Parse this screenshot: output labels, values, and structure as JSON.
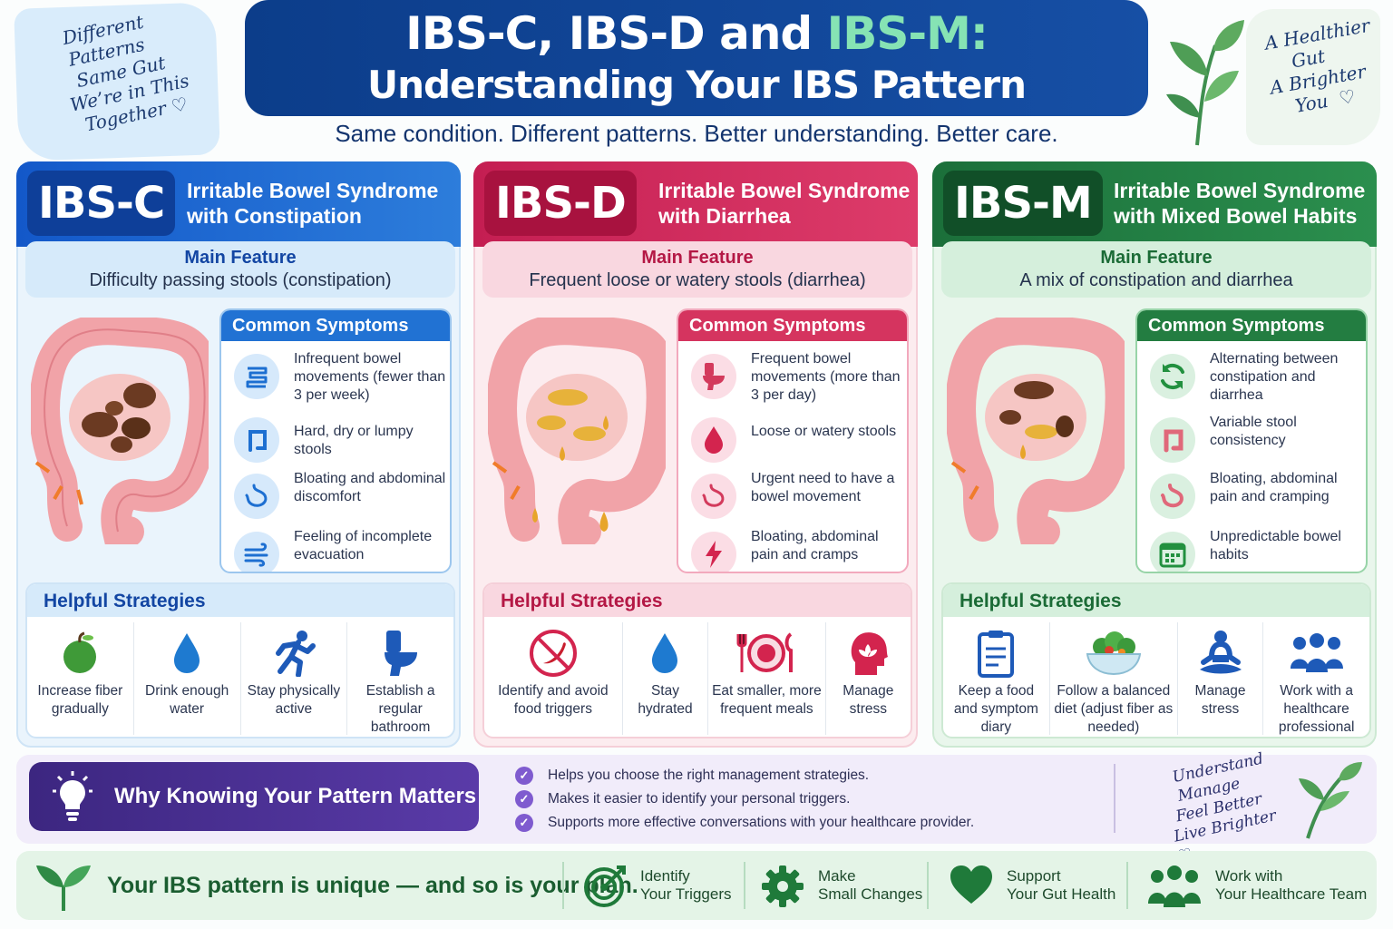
{
  "header": {
    "title_part1": "IBS-C, IBS-D and ",
    "title_highlight": "IBS-M:",
    "title_line2": "Understanding Your IBS Pattern",
    "tagline": "Same condition. Different patterns. Better understanding. Better care.",
    "note_left": [
      "Different",
      "Patterns",
      "Same Gut",
      "We’re in This",
      "Together"
    ],
    "note_right": [
      "A Healthier",
      "Gut",
      "A Brighter",
      "You"
    ],
    "heart": "♡"
  },
  "columns": [
    {
      "badge": "IBS-C",
      "subtitle_line1": "Irritable Bowel Syndrome",
      "subtitle_line2": "with Constipation",
      "main_feature_label": "Main Feature",
      "main_feature_text": "Difficulty passing stools (constipation)",
      "symptoms_title": "Common Symptoms",
      "symptoms": [
        {
          "icon": "intestine-icon",
          "text": "Infrequent bowel movements (fewer than 3 per week)"
        },
        {
          "icon": "colon-icon",
          "text": "Hard, dry or lumpy stools"
        },
        {
          "icon": "stomach-icon",
          "text": "Bloating and abdominal discomfort"
        },
        {
          "icon": "wind-icon",
          "text": "Feeling of incomplete evacuation"
        }
      ],
      "strategies_title": "Helpful Strategies",
      "strategies": [
        {
          "icon": "apple-icon",
          "text": "Increase fiber gradually"
        },
        {
          "icon": "water-drop-icon",
          "text": "Drink enough water"
        },
        {
          "icon": "running-person-icon",
          "text": "Stay physically active"
        },
        {
          "icon": "toilet-icon",
          "text": "Establish a regular bathroom routine"
        }
      ]
    },
    {
      "badge": "IBS-D",
      "subtitle_line1": "Irritable Bowel Syndrome",
      "subtitle_line2": "with Diarrhea",
      "main_feature_label": "Main Feature",
      "main_feature_text": "Frequent loose or watery stools (diarrhea)",
      "symptoms_title": "Common Symptoms",
      "symptoms": [
        {
          "icon": "toilet-icon",
          "text": "Frequent bowel movements (more than 3 per day)"
        },
        {
          "icon": "drop-icon",
          "text": "Loose or watery stools"
        },
        {
          "icon": "stomach-icon",
          "text": "Urgent need to have a bowel movement"
        },
        {
          "icon": "lightning-icon",
          "text": "Bloating, abdominal pain and cramps"
        }
      ],
      "strategies_title": "Helpful Strategies",
      "strategies": [
        {
          "icon": "no-chili-icon",
          "text": "Identify and avoid food triggers"
        },
        {
          "icon": "water-drop-icon",
          "text": "Stay hydrated"
        },
        {
          "icon": "plate-icon",
          "text": "Eat smaller, more frequent meals"
        },
        {
          "icon": "lotus-head-icon",
          "text": "Manage stress"
        }
      ]
    },
    {
      "badge": "IBS-M",
      "subtitle_line1": "Irritable Bowel Syndrome",
      "subtitle_line2": "with Mixed Bowel Habits",
      "main_feature_label": "Main Feature",
      "main_feature_text": "A mix of constipation and diarrhea",
      "symptoms_title": "Common Symptoms",
      "symptoms": [
        {
          "icon": "refresh-icon",
          "text": "Alternating between constipation and diarrhea"
        },
        {
          "icon": "colon-icon",
          "text": "Variable stool consistency"
        },
        {
          "icon": "stomach-icon",
          "text": "Bloating, abdominal pain and cramping"
        },
        {
          "icon": "calendar-icon",
          "text": "Unpredictable bowel habits"
        }
      ],
      "strategies_title": "Helpful Strategies",
      "strategies": [
        {
          "icon": "clipboard-icon",
          "text": "Keep a food and symptom diary"
        },
        {
          "icon": "salad-bowl-icon",
          "text": "Follow a balanced diet (adjust fiber as needed)"
        },
        {
          "icon": "meditation-icon",
          "text": "Manage stress"
        },
        {
          "icon": "team-icon",
          "text": "Work with a healthcare professional"
        }
      ]
    }
  ],
  "why": {
    "title": "Why Knowing Your Pattern Matters",
    "items": [
      "Helps you choose the right management strategies.",
      "Makes it easier to identify your personal triggers.",
      "Supports more effective conversations with your healthcare provider."
    ],
    "check": "✓",
    "note": [
      "Understand",
      "Manage",
      "Feel Better",
      "Live Brighter"
    ]
  },
  "footer": {
    "title": "Your IBS pattern is unique — and so is your plan.",
    "items": [
      {
        "icon": "target-icon",
        "line1": "Identify",
        "line2": "Your Triggers"
      },
      {
        "icon": "gear-icon",
        "line1": "Make",
        "line2": "Small Changes"
      },
      {
        "icon": "heart-icon",
        "line1": "Support",
        "line2": "Your Gut Health"
      },
      {
        "icon": "team-icon",
        "line1": "Work with",
        "line2": "Your Healthcare Team"
      }
    ]
  },
  "colors": {
    "ibs_c": "#1358c9",
    "ibs_d": "#c41e52",
    "ibs_m": "#1b6f3a",
    "title_bg": "#0c3d8a",
    "title_highlight": "#86e3b4",
    "why_bg": "#3c2680"
  }
}
